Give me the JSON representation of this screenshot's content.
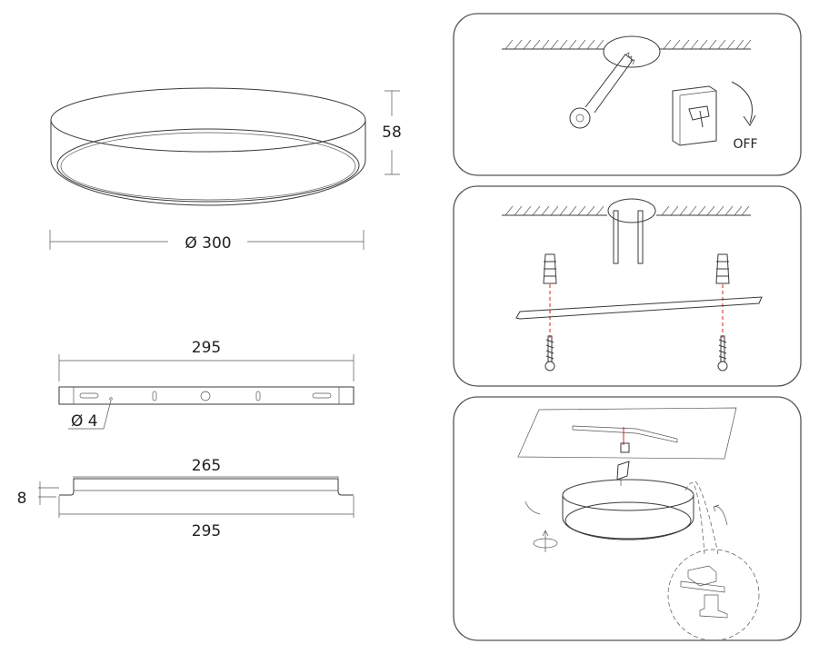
{
  "dimensions": {
    "lamp_height": "58",
    "lamp_diameter": "Ø 300",
    "bracket_length_top": "295",
    "hole_diameter": "Ø 4",
    "bracket_inner_length": "265",
    "bracket_step_height": "8",
    "bracket_length_bottom": "295"
  },
  "steps": {
    "step1_switch_label": "OFF"
  },
  "colors": {
    "line": "#3a3a3a",
    "alignment_guide": "#dd2222"
  }
}
